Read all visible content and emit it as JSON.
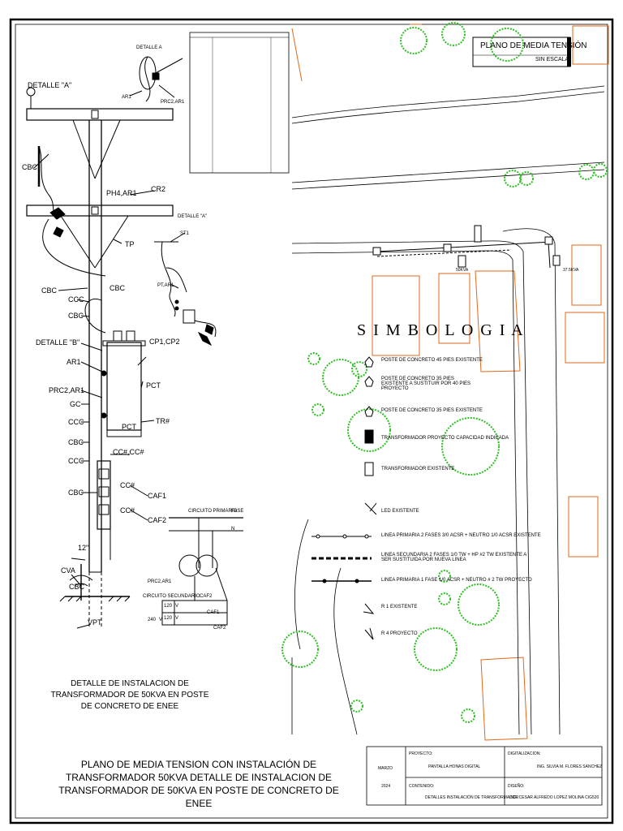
{
  "left_detail": {
    "detalle_a_top": "DETALLE \"A\"",
    "detalle_a_inset": "DETALLE \"A\"",
    "detalle_a_small": "DETALLE A",
    "detalle_b": "DETALLE \"B\"",
    "pole_labels": {
      "cbc": "CBC",
      "ph4_ar1": "PH4,AR1",
      "cr2": "CR2",
      "tp": "TP",
      "ccc": "CCC",
      "cp1_cp2": "CP1,CP2",
      "ar1": "AR1",
      "pct": "PCT",
      "prc2_ar1": "PRC2,AR1",
      "gc": "GC",
      "tr": "TR#",
      "cc_cc": "CC#,CC#",
      "cc": "CC#",
      "caf1": "CAF1",
      "caf2": "CAF2",
      "dim_12": "12\"",
      "cva": "CVA",
      "cbc_ground": "CBC",
      "vpt": "VPT",
      "st1": "ST1",
      "pt_ar1": "PT,AR1",
      "prc2_ar1_small": "PRC2,AR1",
      "ar1_small": "AR1"
    },
    "wiring": {
      "circuito_primario": "CIRCUITO PRIMARIO",
      "fase": "FASE",
      "n": "N",
      "prc2_ar1": "PRC2,AR1",
      "circuito_secundario": "CIRCUITO SECUNDARIO",
      "caf2": "CAF2",
      "caf1": "CAF1",
      "v120a": "120",
      "v120b": "120",
      "v240": "240",
      "v_unit_a": "V",
      "v_unit_b": "V",
      "v_unit_c": "V"
    },
    "caption": "DETALLE DE INSTALACION DE TRANSFORMADOR DE 50KVA EN POSTE DE CONCRETO DE ENEE"
  },
  "main_title": "PLANO DE MEDIA TENSION CON INSTALACIÓN DE TRANSFORMADOR 50KVA DETALLE DE INSTALACION DE TRANSFORMADOR DE 50KVA EN POSTE DE CONCRETO DE ENEE",
  "plan": {
    "title": "PLANO DE MEDIA TENSIÓN",
    "scale": "SIN ESCALA",
    "simbologia": "S I M B O L O G I A",
    "legend": [
      "POSTE DE CONCRETO 45 PIES EXISTENTE",
      "POSTE DE CONCRETO 35 PIES EXISTENTE A SUSTITUIR POR 40 PIES PROYECTO",
      "POSTE DE CONCRETO 35 PIES EXISTENTE",
      "TRANSFORMADOR PROYECTO CAPACIDAD INDICADA",
      "TRANSFORMADOR EXISTENTE",
      "LED EXISTENTE",
      "LINEA PRIMARIA 2 FASES 3/0 ACSR + NEUTRO 1/0 ACSR EXISTENTE",
      "LINEA SECUNDARIA 2 FASES 1/0 TW + HP #2 TW EXISTENTE A SER SUSTITUIDA POR NUEVA LINEA",
      "LINEA PRIMARIA 1 FASE 1/0 ACSR + NEUTRO # 2 TW PROYECTO",
      "R 1 EXISTENTE",
      "R 4 PROYECTO"
    ],
    "transformer_label": "50KVA",
    "transformer_label_b": "37.5KVA"
  },
  "title_block": {
    "date_month": "MARZO",
    "date_year": "2024",
    "proyecto_label": "PROYECTO:",
    "proyecto_value": "PANTALLA HONAS DIGITAL",
    "contenido_label": "CONTENIDO:",
    "contenido_value": "DETALLES INSTALACIÓN DE TRANSFORMADOR",
    "digitalizacion_label": "DIGITALIZACION:",
    "digitalizacion_value": "ING. SILVIA M. FLORES SANCHEZ",
    "diseno_label": "DISEÑO:",
    "diseno_value": "ING. CESAR ALFREDO LOPEZ MOLINA CIG520"
  },
  "colors": {
    "frame": "#000000",
    "lot": "#e06a1b",
    "tree": "#2bbf1f",
    "line": "#000000",
    "road": "#555555"
  }
}
